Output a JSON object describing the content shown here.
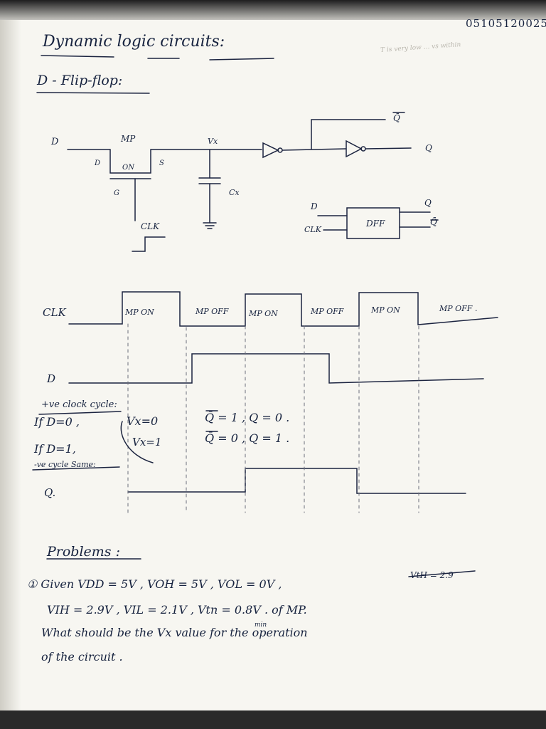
{
  "date": "05105120025.",
  "title": "Dynamic logic circuits:",
  "faint_note": "T is very low ... vs within",
  "subtitle": "D - Flip-flop:",
  "circuit": {
    "input_label": "D",
    "transistor_name": "MP",
    "on_label": "ON",
    "drain_label": "D",
    "source_label": "S",
    "gate_label": "G",
    "clock_label": "CLK",
    "node_label": "Vx",
    "cap_label": "Cx",
    "qbar_label": "Q̄",
    "q_label": "Q"
  },
  "block": {
    "d_label": "D",
    "clk_label": "CLK",
    "name": "DFF",
    "q_label": "Q",
    "qbar_label": "Q̄"
  },
  "timing": {
    "clk_label": "CLK",
    "d_label": "D",
    "q_label": "Q.",
    "phases": [
      "MP ON",
      "MP OFF",
      "MP ON",
      "MP OFF",
      "MP ON",
      "MP OFF ."
    ]
  },
  "notes": {
    "positive_cycle": "+ve clock cycle:",
    "if_d0": "If D=0 ,",
    "vx0": "Vx=0",
    "q_d0": "Q̄ = 1 , Q = 0 .",
    "if_d1": "If D=1,",
    "vx1": "Vx=1",
    "q_d1": "Q̄ = 0 , Q = 1 .",
    "negative_cycle": "-ve cycle Same:"
  },
  "problems": {
    "heading": "Problems :",
    "line1": "① Given VDD = 5V , VOH = 5V ,   VOL = 0V ,",
    "struck": "VtH = 2.9",
    "line2": "VIH = 2.9V ,  VIL = 2.1V ,  Vtn = 0.8V . of MP.",
    "min_mark": "min",
    "line3": "What  should  be  the  Vx  value  for  the  operation",
    "line4": "of  the  circuit ."
  }
}
